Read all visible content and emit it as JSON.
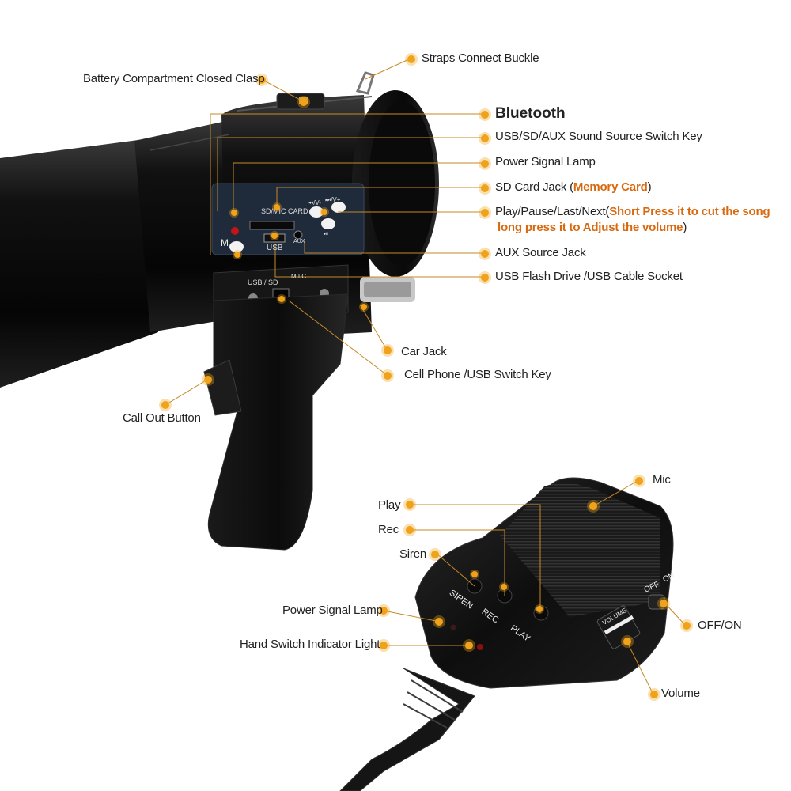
{
  "callouts": {
    "straps_buckle": "Straps Connect Buckle",
    "battery_clasp": "Battery Compartment Closed Clasp",
    "bluetooth": "Bluetooth",
    "source_switch": "USB/SD/AUX Sound Source Switch Key",
    "power_lamp_top": "Power Signal Lamp",
    "sd_jack_prefix": "SD Card Jack (",
    "sd_jack_highlight": "Memory Card",
    "sd_jack_suffix": ")",
    "play_prefix": "Play/Pause/Last/Next(",
    "play_highlight_1": "Short Press it to cut the song",
    "play_highlight_2": "long press it to Adjust the volume",
    "play_suffix": ")",
    "aux_jack": "AUX Source Jack",
    "usb_socket": "USB Flash Drive /USB Cable Socket",
    "car_jack": "Car Jack",
    "cell_switch": "Cell Phone /USB Switch Key",
    "call_out": "Call Out Button",
    "mic": "Mic",
    "play": "Play",
    "rec": "Rec",
    "siren": "Siren",
    "power_lamp_mic": "Power Signal Lamp",
    "hand_indicator": "Hand Switch Indicator Light",
    "off_on": "OFF/ON",
    "volume": "Volume"
  },
  "device_labels": {
    "sd_card": "SD/MIC CARD",
    "usb": "USB",
    "aux": "AUX",
    "mode": "M",
    "prev": "⏮/V-",
    "next": "⏭/V+",
    "playpause": "⏯",
    "usb_sd": "USB / SD",
    "mic_port": "M I C"
  },
  "mic_labels": {
    "siren": "SIREN",
    "rec": "REC",
    "play": "PLAY",
    "off": "OFF",
    "on": "ON",
    "volume": "VOLUME"
  },
  "colors": {
    "accent": "#f0a21a",
    "highlight_text": "#d9690f",
    "device_body": "#0c0c0c",
    "panel": "#1f2a3a"
  }
}
